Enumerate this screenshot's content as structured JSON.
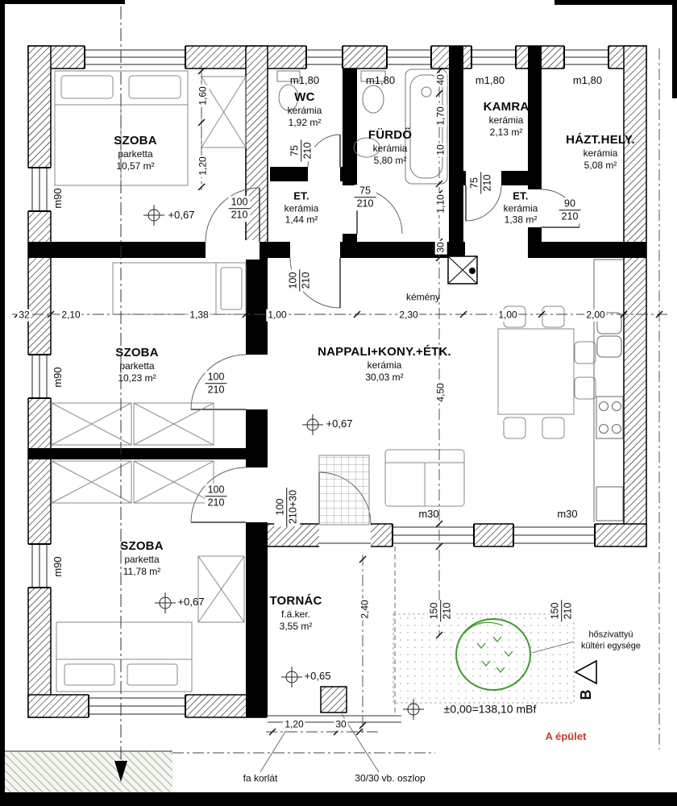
{
  "rooms": {
    "szoba1": {
      "name": "SZOBA",
      "finish": "parketta",
      "area": "10,57 m²",
      "level": "+0,67"
    },
    "wc": {
      "name": "WC",
      "finish": "kerámia",
      "area": "1,92 m²",
      "sill": "m1,80"
    },
    "furdo": {
      "name": "FÜRDŐ",
      "finish": "kerámia",
      "area": "5,80 m²",
      "sill": "m1,80"
    },
    "kamra": {
      "name": "KAMRA",
      "finish": "kerámia",
      "area": "2,13 m²",
      "sill": "m1,80"
    },
    "hazt": {
      "name": "HÁZT.HELY.",
      "finish": "kerámia",
      "area": "5,08 m²",
      "sill": "m1,80"
    },
    "et1": {
      "name": "ET.",
      "finish": "kerámia",
      "area": "1,44 m²"
    },
    "et2": {
      "name": "ET.",
      "finish": "kerámia",
      "area": "1,38 m²"
    },
    "szoba2": {
      "name": "SZOBA",
      "finish": "parketta",
      "area": "10,23 m²"
    },
    "nappali": {
      "name": "NAPPALI+KONY.+ÉTK.",
      "finish": "kerámia",
      "area": "30,03 m²",
      "level": "+0,67"
    },
    "szoba3": {
      "name": "SZOBA",
      "finish": "parketta",
      "area": "11,78 m²",
      "level": "+0,67"
    },
    "tornac": {
      "name": "TORNÁC",
      "finish": "f.á.ker.",
      "area": "3,55 m²",
      "level": "+0,65"
    }
  },
  "doors": {
    "szoba1_door": {
      "w": "100",
      "h": "210"
    },
    "wc_door": {
      "w": "75",
      "h": "210"
    },
    "furdo_door": {
      "w": "75",
      "h": "210"
    },
    "kamra_door": {
      "w": "75",
      "h": "210"
    },
    "hazt_door": {
      "w": "90",
      "h": "210"
    },
    "et1_door": {
      "w": "100",
      "h": "210"
    },
    "szoba2_door": {
      "w": "100",
      "h": "210"
    },
    "szoba3_door": {
      "w": "100",
      "h": "210"
    },
    "entrance_door": {
      "w": "100",
      "h": "210+30"
    },
    "terrace_door_left": {
      "w": "150",
      "h": "210"
    },
    "terrace_door_right": {
      "w": "150",
      "h": "210"
    }
  },
  "sills": {
    "room_window": "m90",
    "terrace_window": "m30"
  },
  "dims": {
    "row_main": [
      "32",
      "2,10",
      "1,38",
      "1,00",
      "2,30",
      "1,00",
      "2,00"
    ],
    "col_bath": [
      "40",
      "1,70",
      "10",
      "1,10",
      "30",
      "4,50"
    ],
    "col_szoba1": [
      "1,60",
      "1,20"
    ],
    "tornac_depth": "2,40",
    "bottom_row": [
      "1,20",
      "30"
    ]
  },
  "annotations": {
    "kemeny": "kémény",
    "datum": "±0,00=138,10 mBf",
    "building": "A épület",
    "heatpump_line1": "hőszivattyú",
    "heatpump_line2": "kültéri egysége",
    "railing": "fa korlát",
    "column": "30/30 vb. oszlop",
    "section_mark": "B"
  },
  "colors": {
    "building_label": "#c23b2e",
    "heatpump_green": "#3f9a2f"
  }
}
